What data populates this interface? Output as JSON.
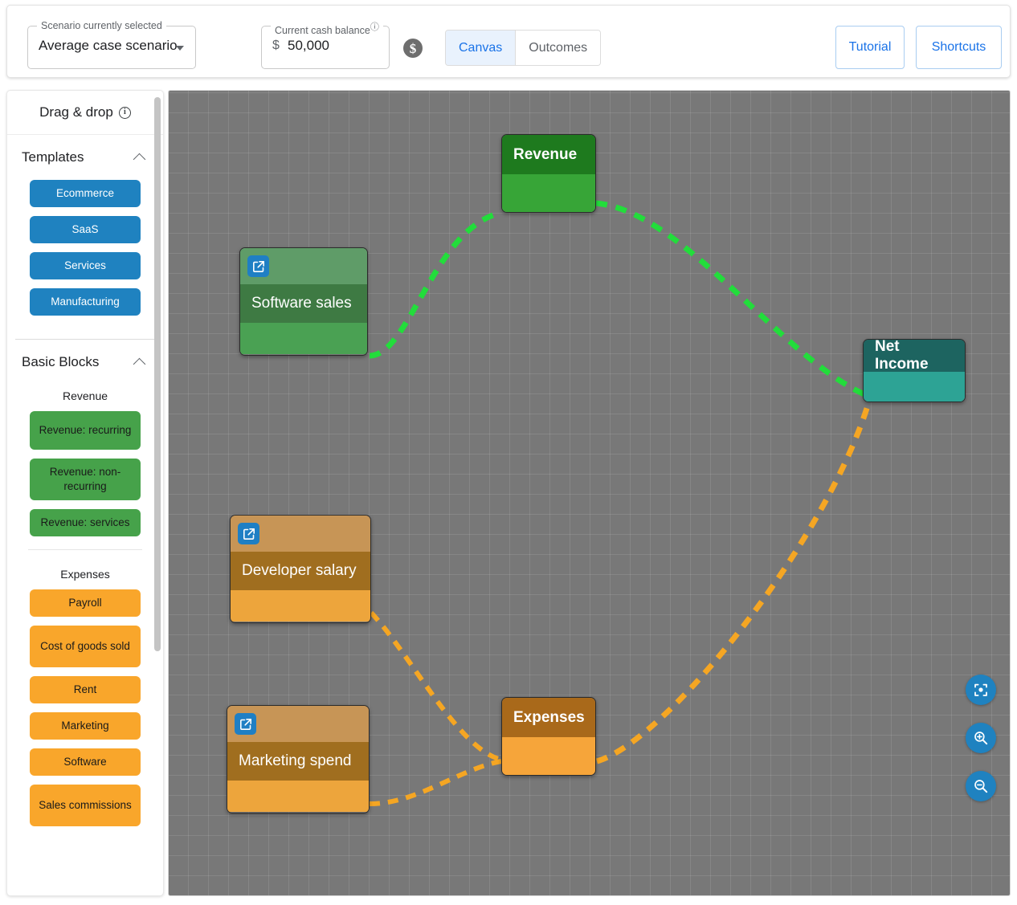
{
  "toolbar": {
    "scenario_legend": "Scenario currently selected",
    "scenario_value": "Average case scenario",
    "cash_legend": "Current cash balance",
    "cash_currency": "$",
    "cash_value": "50,000",
    "dollar_icon": "dollar-coin-icon",
    "tabs": [
      {
        "label": "Canvas",
        "active": true
      },
      {
        "label": "Outcomes",
        "active": false
      }
    ],
    "tutorial_label": "Tutorial",
    "shortcuts_label": "Shortcuts"
  },
  "sidebar": {
    "title": "Drag & drop",
    "info_icon": "info-icon",
    "sections": [
      {
        "name": "templates",
        "label": "Templates",
        "collapse_icon": "chevron-up-icon",
        "items": [
          {
            "label": "Ecommerce"
          },
          {
            "label": "SaaS"
          },
          {
            "label": "Services"
          },
          {
            "label": "Manufacturing"
          }
        ]
      },
      {
        "name": "basic-blocks",
        "label": "Basic Blocks",
        "collapse_icon": "chevron-up-icon",
        "groups": [
          {
            "label": "Revenue",
            "items": [
              {
                "label": "Revenue: recurring"
              },
              {
                "label": "Revenue: non-recurring"
              },
              {
                "label": "Revenue: services"
              }
            ]
          },
          {
            "label": "Expenses",
            "items": [
              {
                "label": "Payroll"
              },
              {
                "label": "Cost of goods sold"
              },
              {
                "label": "Rent"
              },
              {
                "label": "Marketing"
              },
              {
                "label": "Software"
              },
              {
                "label": "Sales commissions"
              }
            ]
          }
        ]
      }
    ]
  },
  "canvas": {
    "nodes": [
      {
        "id": "revenue",
        "label": "Revenue",
        "type": "aggregate",
        "color": "#1e7a1e"
      },
      {
        "id": "expenses",
        "label": "Expenses",
        "type": "aggregate",
        "color": "#a9691a"
      },
      {
        "id": "netincome",
        "label": "Net Income",
        "type": "aggregate",
        "color": "#1d6460"
      },
      {
        "id": "software",
        "label": "Software sales",
        "type": "driver",
        "color": "#3e7a43",
        "icon": "open-detail-icon"
      },
      {
        "id": "devsalary",
        "label": "Developer salary",
        "type": "driver",
        "color": "#a06e1f",
        "icon": "open-detail-icon"
      },
      {
        "id": "marketing",
        "label": "Marketing spend",
        "type": "driver",
        "color": "#a06e1f",
        "icon": "open-detail-icon"
      }
    ],
    "edges": [
      {
        "from": "software",
        "to": "revenue",
        "color": "#22dd3b"
      },
      {
        "from": "revenue",
        "to": "netincome",
        "color": "#22dd3b"
      },
      {
        "from": "devsalary",
        "to": "expenses",
        "color": "#f5a623"
      },
      {
        "from": "marketing",
        "to": "expenses",
        "color": "#f5a623"
      },
      {
        "from": "expenses",
        "to": "netincome",
        "color": "#f5a623"
      }
    ],
    "controls": [
      {
        "name": "fit-view",
        "icon": "fit-to-screen-icon"
      },
      {
        "name": "zoom-in",
        "icon": "zoom-in-icon"
      },
      {
        "name": "zoom-out",
        "icon": "zoom-out-icon"
      }
    ]
  }
}
